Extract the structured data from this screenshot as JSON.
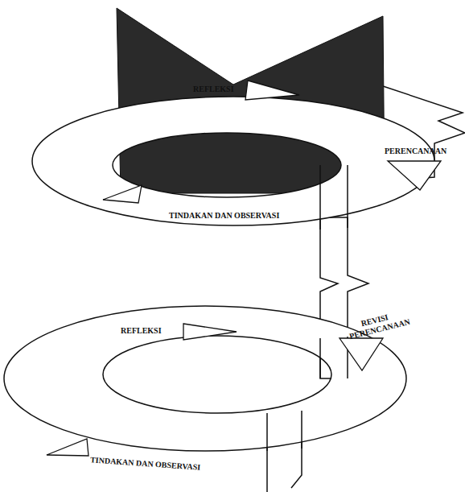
{
  "diagram": {
    "labels": [
      "REFLEKSI",
      "PERENCANAAN",
      "TINDAKAN DAN OBSERVASI",
      "REVISI PERENCANAAN",
      "REFLEKSI",
      "TINDAKAN DAN OBSERVASI"
    ]
  }
}
